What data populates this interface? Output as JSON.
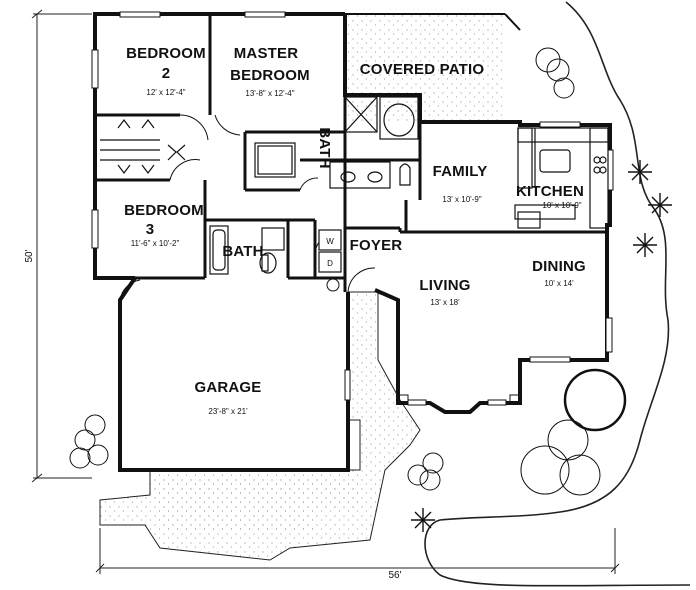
{
  "plan": {
    "overall_depth": "50'",
    "overall_width": "56'",
    "rooms": {
      "bedroom2": {
        "name": "BEDROOM",
        "num": "2",
        "size": "12' x 12'-4\""
      },
      "master": {
        "line1": "MASTER",
        "line2": "BEDROOM",
        "size": "13'-8\" x 12'-4\""
      },
      "patio": {
        "name": "COVERED PATIO"
      },
      "bath_master": {
        "name": "BATH"
      },
      "family": {
        "name": "FAMILY",
        "size": "13' x 10'-9\""
      },
      "kitchen": {
        "name": "KITCHEN",
        "size": "10' x 10'-9\""
      },
      "bedroom3": {
        "name": "BEDROOM",
        "num": "3",
        "size": "11'-6\" x 10'-2\""
      },
      "bath_hall": {
        "name": "BATH"
      },
      "foyer": {
        "name": "FOYER"
      },
      "living": {
        "name": "LIVING",
        "size": "13' x 18'"
      },
      "dining": {
        "name": "DINING",
        "size": "10' x 14'"
      },
      "garage": {
        "name": "GARAGE",
        "size": "23'-8\" x 21'"
      }
    },
    "appliances": {
      "washer": "W",
      "dryer": "D"
    }
  }
}
